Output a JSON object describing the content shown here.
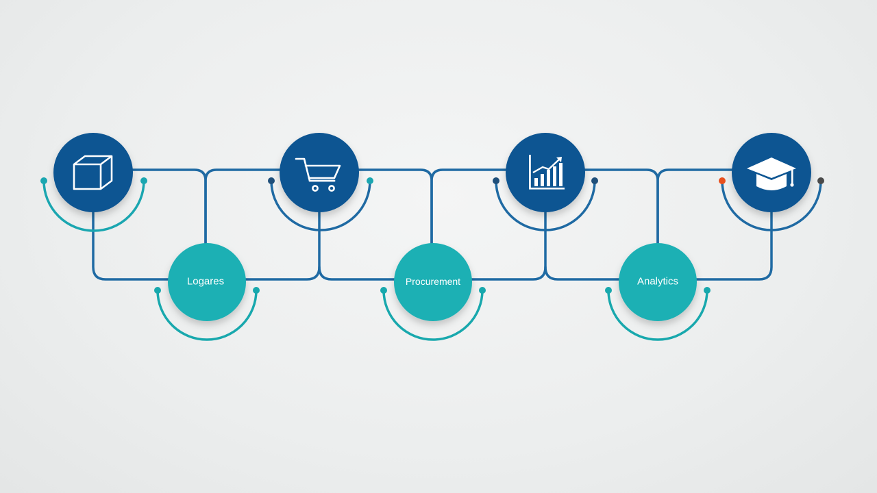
{
  "colors": {
    "background": "#eceeee",
    "top_circle": "#0e5592",
    "bottom_circle": "#1bb0b4",
    "connector": "#1f6aa3",
    "arc_top": "#1f6aa3",
    "arc_bottom": "#18a8ad",
    "accent_orange": "#e8501e",
    "accent_dark": "#4a4a4a",
    "icon": "#ffffff"
  },
  "top_nodes": [
    {
      "icon": "box-icon"
    },
    {
      "icon": "shopping-cart-icon"
    },
    {
      "icon": "bar-chart-trend-icon"
    },
    {
      "icon": "graduation-cap-icon"
    }
  ],
  "bottom_nodes": [
    {
      "label": "Logares"
    },
    {
      "label": "Procurement"
    },
    {
      "label": "Analytics"
    }
  ]
}
